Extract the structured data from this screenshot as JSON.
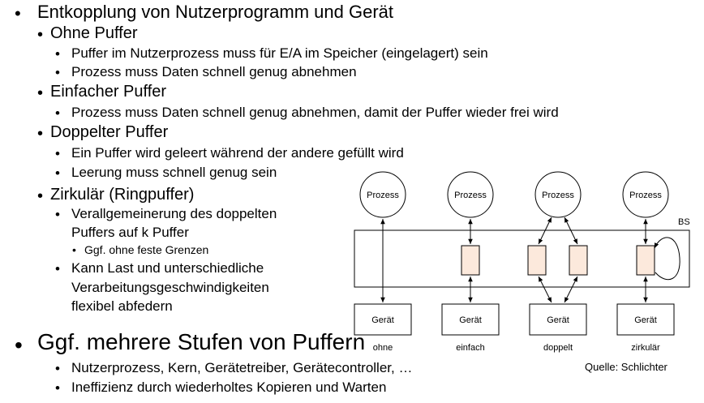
{
  "bullets": {
    "main1": "Entkopplung von Nutzerprogramm und Gerät",
    "ohne_puffer": {
      "heading": "Ohne Puffer",
      "items": [
        "Puffer im Nutzerprozess muss für E/A im Speicher (eingelagert) sein",
        "Prozess muss Daten schnell genug abnehmen"
      ]
    },
    "einfacher_puffer": {
      "heading": "Einfacher Puffer",
      "items": [
        "Prozess muss Daten schnell genug abnehmen, damit der Puffer wieder frei wird"
      ]
    },
    "doppelter_puffer": {
      "heading": "Doppelter Puffer",
      "items": [
        "Ein Puffer wird geleert während der andere gefüllt wird",
        "Leerung muss schnell genug sein"
      ]
    },
    "zirkular": {
      "heading": "Zirkulär (Ringpuffer)",
      "item1_line1": "Verallgemeinerung des doppelten",
      "item1_line2": "Puffers auf k Puffer",
      "sub_item": "Ggf. ohne feste Grenzen",
      "item2_line1": "Kann Last und unterschiedliche",
      "item2_line2": "Verarbeitungsgeschwindigkeiten",
      "item2_line3": "flexibel abfedern"
    },
    "main2": "Ggf. mehrere Stufen von Puffern",
    "stufen": {
      "items": [
        "Nutzerprozess, Kern, Gerätetreiber, Gerätecontroller, …",
        "Ineffizienz durch wiederholtes Kopieren und Warten"
      ]
    }
  },
  "diagram": {
    "process_label": "Prozess",
    "device_label": "Gerät",
    "os_label": "BS",
    "columns": [
      "ohne",
      "einfach",
      "doppelt",
      "zirkulär"
    ],
    "source": "Quelle: Schlichter",
    "colors": {
      "buffer_fill": "#fce9dc",
      "line": "#000000"
    }
  }
}
